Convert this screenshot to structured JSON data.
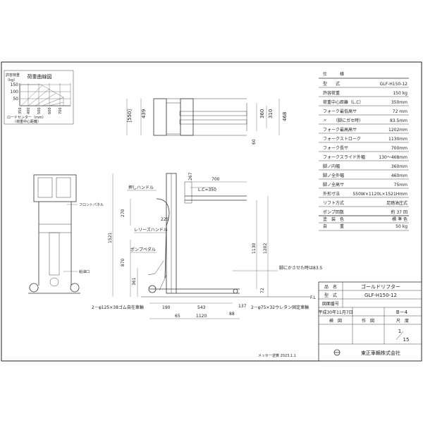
{
  "load_chart": {
    "title": "荷重曲線図",
    "y_label_1": "許容荷重",
    "y_label_2": "（kg）",
    "y_ticks": [
      "150",
      "100",
      "50"
    ],
    "x_ticks": [
      "350",
      "400",
      "500",
      "600",
      "700"
    ],
    "x_label_1": "ロードセンター（mm）",
    "x_label_2": "（荷重中心距離）"
  },
  "spec": {
    "heading": "仕　　　様",
    "rows": [
      {
        "label": "型　　式",
        "value": "GLF-H150-12"
      },
      {
        "label": "許容荷重",
        "value": "150 kg"
      },
      {
        "label": "荷重中心距離（L.C）",
        "value": "350mm"
      },
      {
        "label": "フォーク最低高サ",
        "value": "72 mm"
      },
      {
        "label": "〃　　（脚にカ゚セ時）",
        "value": "83.5mm"
      },
      {
        "label": "フォーク最高高サ",
        "value": "1202mm"
      },
      {
        "label": "フォークストローク",
        "value": "1130mm"
      },
      {
        "label": "フォーク長サ",
        "value": "700mm"
      },
      {
        "label": "フォークスライド外幅",
        "value": "130～468mm"
      },
      {
        "label": "脚ノ内幅",
        "value": "360mm"
      },
      {
        "label": "脚ノ全外幅",
        "value": "460mm"
      },
      {
        "label": "脚ノ全高サ",
        "value": "75mm"
      },
      {
        "label": "外形寸法",
        "value": "550W×1120L×1521Hmm"
      },
      {
        "label": "リフト方式",
        "value": "足踏油圧式"
      },
      {
        "label": "ポンプ回数",
        "value": "約 37 回"
      }
    ],
    "paint_label": "塗　装　色",
    "paint_value": "標 準 色",
    "weight_label": "自　　　重",
    "weight_value": "50 kg"
  },
  "title_block": {
    "name_label": "品　名",
    "name_value": "ゴールドリフター",
    "type_label": "型　式",
    "type_value": "GLF-H150-12",
    "no_label": "図面番号",
    "date": "平成30年11月7日",
    "sheet_code": "B－4",
    "h_check": "検　図",
    "h_draw": "作　図",
    "h_scale": "尺　度",
    "scale_num": "1",
    "scale_den": "15",
    "company": "東正車輌株式会社"
  },
  "footnote": "メッセー逆算 2023.1.1",
  "front_view": {
    "label_panel": "フロントパネル",
    "label_oil": "給油口",
    "label_wheels": "2－φ125×38ゴム自在車輪"
  },
  "side_view": {
    "label_handle": "押しハンドル",
    "label_release": "レリーズハンドル",
    "label_pedal": "ポンプペダル",
    "label_rear_wheels": "2－φ75×32ウレタン固定車輪",
    "label_lowered": "脚にかさせた時は83.5",
    "lc": "L.C=350",
    "d700": "700",
    "d267": "267",
    "d270": "270",
    "d225": "225",
    "d870": "870",
    "d361": "361",
    "d1521": "1521",
    "d1130": "1130",
    "d1202": "1202",
    "d72": "72",
    "d190": "190",
    "d543": "543",
    "d88": "88",
    "d137": "137",
    "d65": "65",
    "d1120": "1120",
    "fl": "F.L"
  },
  "top_view": {
    "d550": "［550］",
    "d439": "439",
    "d360": "360",
    "d310": "310",
    "d468": "468",
    "d60": "60"
  }
}
